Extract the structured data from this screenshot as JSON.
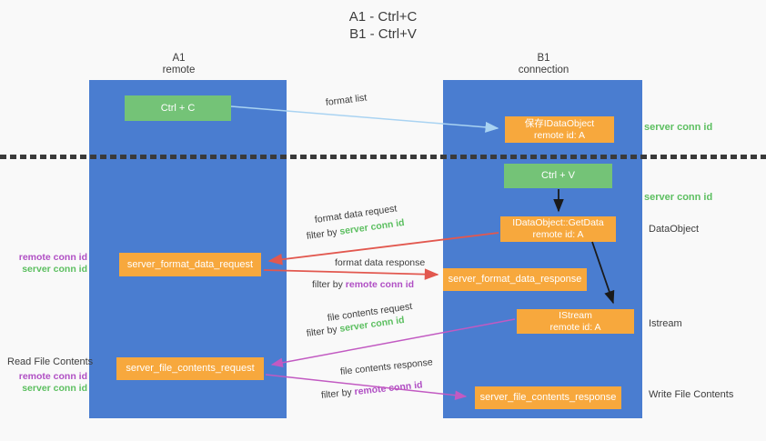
{
  "title": {
    "line1": "A1 - Ctrl+C",
    "line2": "B1 - Ctrl+V"
  },
  "columns": {
    "a": {
      "name": "A1",
      "subtitle": "remote"
    },
    "b": {
      "name": "B1",
      "subtitle": "connection"
    }
  },
  "boxes": {
    "ctrl_c": "Ctrl + C",
    "ctrl_v": "Ctrl + V",
    "save_idataobject": {
      "line1": "保存IDataObject",
      "line2": "remote id: A"
    },
    "idataobject_getdata": {
      "line1": "IDataObject::GetData",
      "line2": "remote id: A"
    },
    "istream": {
      "line1": "IStream",
      "line2": "remote id: A"
    },
    "server_format_data_request": "server_format_data_request",
    "server_format_data_response": "server_format_data_response",
    "server_file_contents_request": "server_file_contents_request",
    "server_file_contents_response": "server_file_contents_response"
  },
  "arrow_labels": {
    "format_list": "format list",
    "format_data_request": "format data request",
    "format_data_response": "format data response",
    "file_contents_request": "file contents request",
    "file_contents_response": "file contents response",
    "filter_by": "filter by",
    "server_conn_id": "server conn id",
    "remote_conn_id": "remote conn id"
  },
  "side_labels": {
    "server_conn_id": "server conn id",
    "remote_conn_id": "remote conn id",
    "dataobject": "DataObject",
    "istream": "Istream",
    "read_file_contents": "Read File Contents",
    "write_file_contents": "Write File Contents"
  },
  "colors": {
    "column_blue": "#4a7dd0",
    "box_green": "#74c377",
    "box_orange": "#f7a83d",
    "arrow_red": "#e2584f",
    "arrow_magenta": "#c25ac2",
    "arrow_lightblue": "#a9d3f2",
    "arrow_black": "#1a1a1a",
    "text_green": "#5cbf60",
    "text_purple": "#b04fc4",
    "text_dark": "#3c3c3c",
    "background": "#f9f9f9"
  }
}
